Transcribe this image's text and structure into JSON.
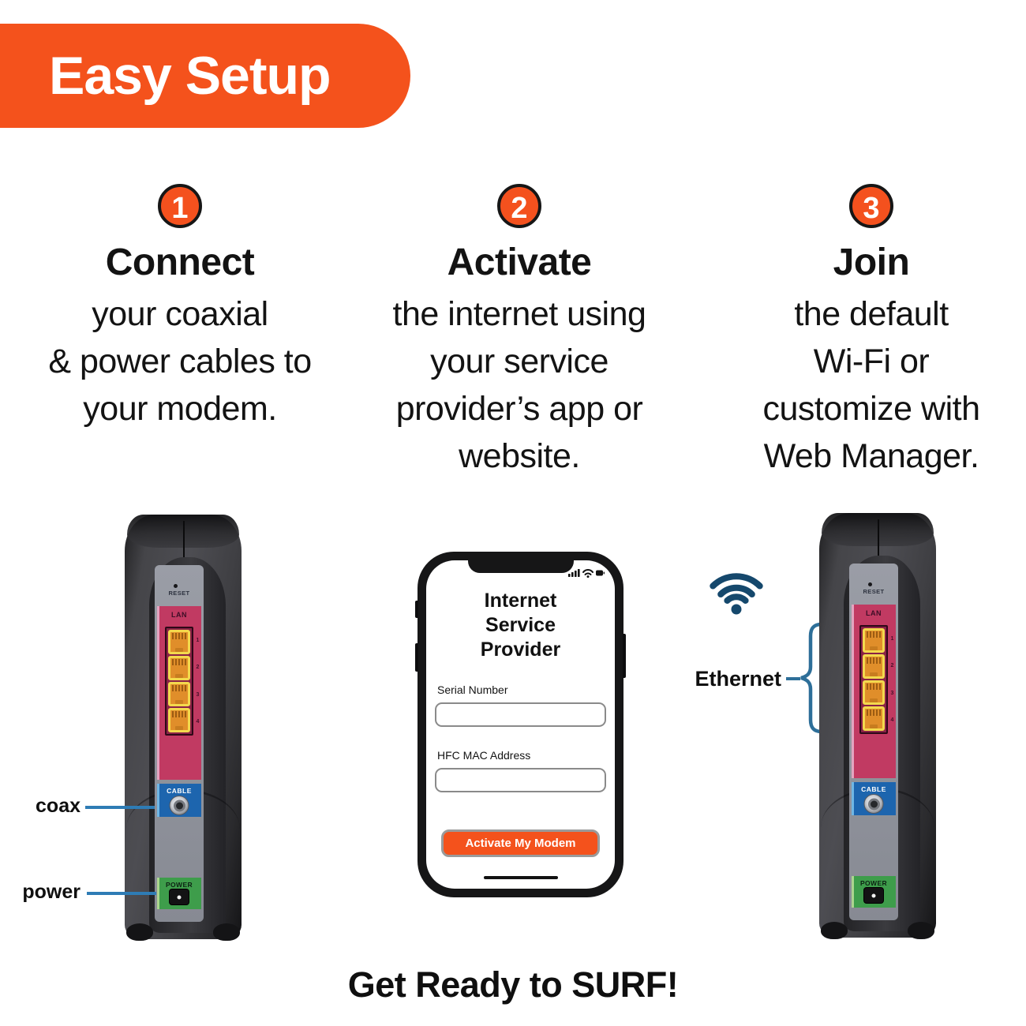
{
  "banner": {
    "title": "Easy Setup"
  },
  "steps": [
    {
      "number": "1",
      "heading": "Connect",
      "body": "your coaxial\n& power cables to\nyour modem."
    },
    {
      "number": "2",
      "heading": "Activate",
      "body": "the internet using\nyour service\nprovider’s app or\nwebsite."
    },
    {
      "number": "3",
      "heading": "Join",
      "body": "the default\nWi-Fi or\ncustomize with\nWeb Manager."
    }
  ],
  "modem": {
    "reset_label": "RESET",
    "lan_label": "LAN",
    "port_numbers": [
      "1",
      "2",
      "3",
      "4"
    ],
    "cable_label": "CABLE",
    "power_label": "POWER"
  },
  "annotations": {
    "coax": "coax",
    "power": "power",
    "ethernet": "Ethernet"
  },
  "phone": {
    "title": "Internet\nService\nProvider",
    "serial_label": "Serial Number",
    "serial_value": "",
    "hfc_label": "HFC MAC Address",
    "hfc_value": "",
    "button_label": "Activate My Modem"
  },
  "footer": {
    "tagline": "Get Ready to SURF!"
  },
  "colors": {
    "accent_orange": "#F4521C",
    "wifi_navy": "#15486C",
    "pointer_blue": "#2E7CB5",
    "lan_pink": "#C13A62",
    "cable_blue": "#1D65AE",
    "power_green": "#3E9D4B"
  }
}
